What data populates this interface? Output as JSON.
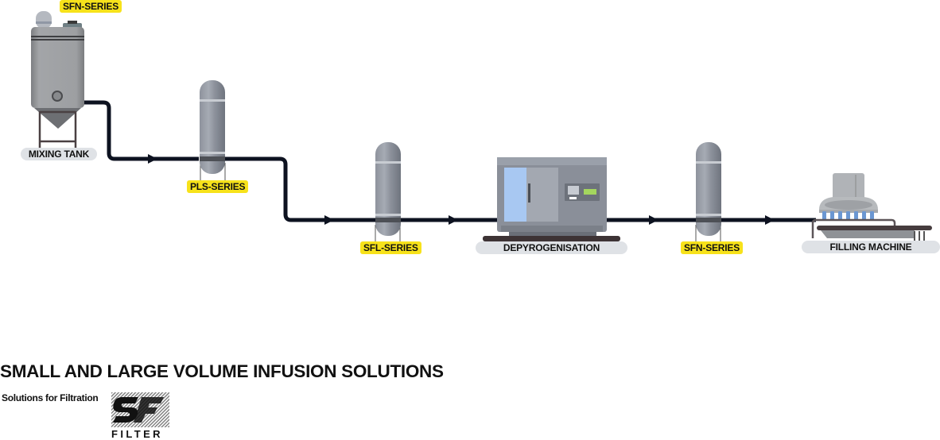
{
  "diagram": {
    "title": "Small and large volume infusion solutions process flow",
    "flow_direction": "left-to-right",
    "equipment": [
      {
        "id": "mixing-tank",
        "label": "MIXING TANK",
        "type": "tank"
      },
      {
        "id": "depyrogenisation",
        "label": "DEPYROGENISATION",
        "type": "oven"
      },
      {
        "id": "filling-machine",
        "label": "FILLING MACHINE",
        "type": "filler"
      }
    ],
    "filters": [
      {
        "id": "vent-filter",
        "label": "SFN-SERIES",
        "position": "on mixing tank vent"
      },
      {
        "id": "prefilter",
        "label": "PLS-SERIES",
        "position": "after mixing tank"
      },
      {
        "id": "final-filter",
        "label": "SFL-SERIES",
        "position": "before depyrogenisation"
      },
      {
        "id": "post-filter",
        "label": "SFN-SERIES",
        "position": "before filling machine"
      }
    ],
    "connections": [
      {
        "from": "mixing-tank",
        "to": "prefilter"
      },
      {
        "from": "prefilter",
        "to": "final-filter"
      },
      {
        "from": "final-filter",
        "to": "depyrogenisation"
      },
      {
        "from": "depyrogenisation",
        "to": "post-filter"
      },
      {
        "from": "post-filter",
        "to": "filling-machine"
      }
    ],
    "colors": {
      "pipe": "#0d1220",
      "tag_bg": "#f7e21b",
      "plate_bg": "#dfe2e6",
      "equipment_gray": "#8a8d92"
    }
  },
  "labels": {
    "tank_vent_tag": "SFN-SERIES",
    "mixing_tank": "MIXING TANK",
    "pls_tag": "PLS-SERIES",
    "sfl_tag": "SFL-SERIES",
    "depyro": "DEPYROGENISATION",
    "sfn_tag": "SFN-SERIES",
    "filling": "FILLING MACHINE"
  },
  "footer": {
    "title": "SMALL AND LARGE VOLUME INFUSION SOLUTIONS",
    "tagline": "Solutions for Filtration",
    "logo_text": "FILTER",
    "logo_mark": "SF"
  }
}
